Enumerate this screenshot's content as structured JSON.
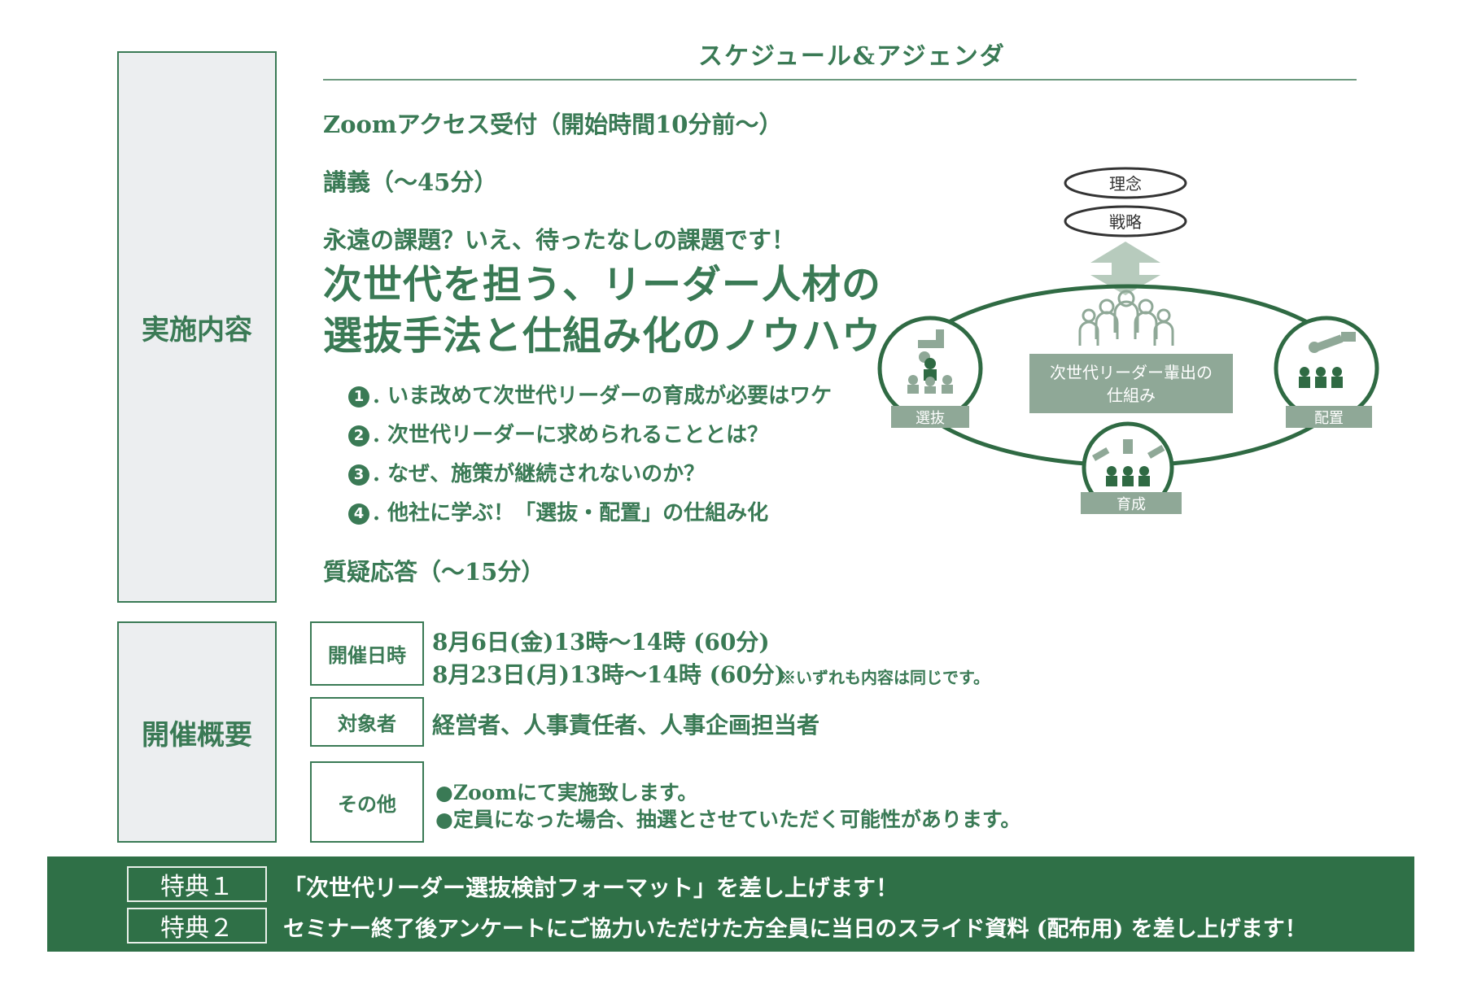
{
  "section_labels": {
    "content": "実施内容",
    "overview": "開催概要"
  },
  "schedule": {
    "title": "スケジュール&アジェンダ",
    "zoom_access": "Zoomアクセス受付（開始時間10分前〜）",
    "lecture": "講義（〜45分）",
    "tagline": "永遠の課題？いえ、待ったなしの課題です！",
    "headline_1": "次世代を担う、リーダー人材の",
    "headline_2": "選抜手法と仕組み化のノウハウ",
    "points": [
      {
        "num": "1",
        "text": ". いま改めて次世代リーダーの育成が必要はワケ"
      },
      {
        "num": "2",
        "text": ". 次世代リーダーに求められることとは？"
      },
      {
        "num": "3",
        "text": ". なぜ、施策が継続されないのか？"
      },
      {
        "num": "4",
        "text": ". 他社に学ぶ！「選抜・配置」の仕組み化"
      }
    ],
    "qa": "質疑応答（〜15分）"
  },
  "diagram": {
    "philosophy": "理念",
    "strategy": "戦略",
    "center_line1": "次世代リーダー輩出の",
    "center_line2": "仕組み",
    "selection": "選抜",
    "placement": "配置",
    "development": "育成"
  },
  "overview": {
    "date_label": "開催日時",
    "date_1": "8月6日(金)13時〜14時 (60分)",
    "date_2": "8月23日(月)13時〜14時 (60分)",
    "date_note": "※いずれも内容は同じです。",
    "target_label": "対象者",
    "target_value": "経営者、人事責任者、人事企画担当者",
    "other_label": "その他",
    "other_1": "●Zoomにて実施致します。",
    "other_2": "●定員になった場合、抽選とさせていただく可能性があります。"
  },
  "benefits": {
    "label_1": "特典１",
    "text_1": "「次世代リーダー選抜検討フォーマット」を差し上げます！",
    "label_2": "特典２",
    "text_2": "セミナー終了後アンケートにご協力いただけた方全員に当日のスライド資料 (配布用) を差し上げます！"
  },
  "colors": {
    "primary": "#3a7a55",
    "bar": "#2f7047",
    "panel": "#eceef0",
    "diagram_fill": "#8fa897"
  }
}
